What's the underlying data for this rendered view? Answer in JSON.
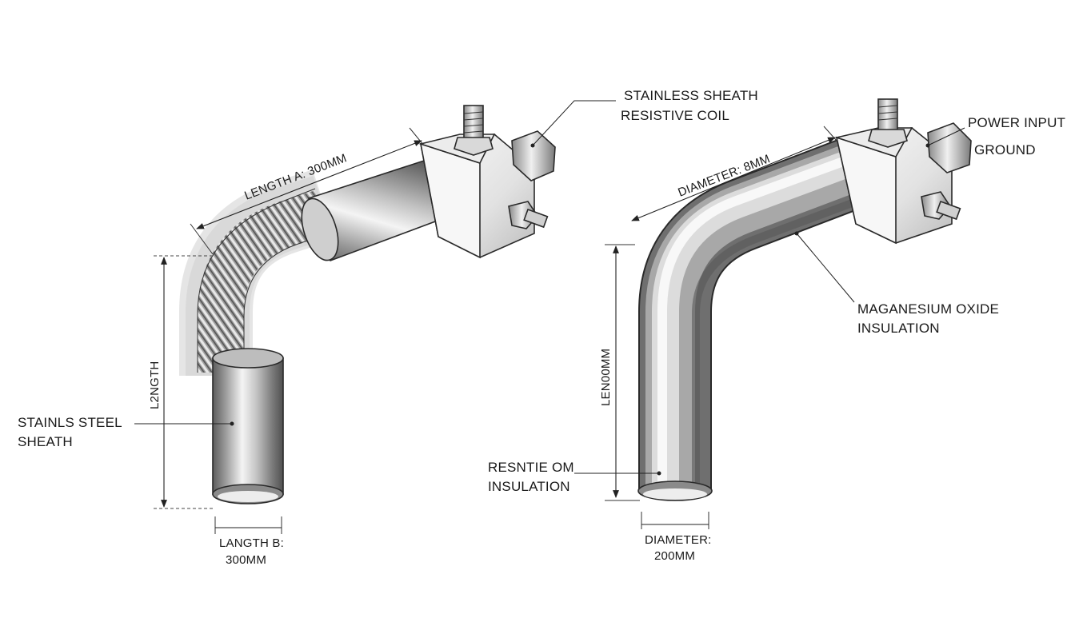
{
  "left_heater": {
    "dim_length_a": "LENGTH A: 300MM",
    "dim_vertical": "L2NGTH",
    "label_sheath": [
      "STAINLS STEEL",
      "SHEATH"
    ],
    "dim_length_b": [
      "LANGTH B:",
      "300MM"
    ],
    "callout_top": [
      "STAINLESS SHEATH",
      "RESISTIVE COIL"
    ]
  },
  "right_heater": {
    "dim_diameter_top": "DIAMETER: 8MM",
    "dim_vertical": "LEN00MM",
    "callout_power": "POWER INPUT",
    "callout_ground": "GROUND",
    "callout_insulation": [
      "MAGANESIUM OXIDE",
      "INSULATION"
    ],
    "label_bottom": [
      "RESNTIE OM",
      "INSULATION"
    ],
    "dim_diameter_bottom": [
      "DIAMETER:",
      "200MM"
    ]
  },
  "colors": {
    "line": "#222222",
    "metal_dark": "#6e6e6e",
    "metal_light": "#f2f2f2",
    "terminal": "#e6e6e6"
  }
}
